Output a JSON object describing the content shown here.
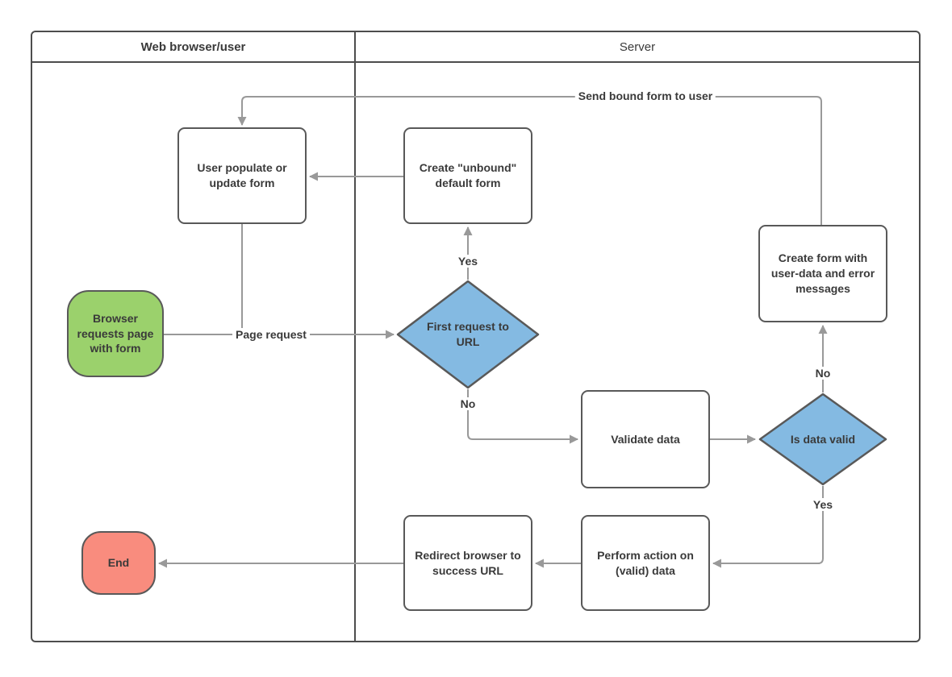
{
  "lanes": {
    "browser": {
      "label": "Web browser/user"
    },
    "server": {
      "label": "Server"
    }
  },
  "nodes": {
    "browser_request": {
      "label": "Browser requests page with form",
      "type": "start-terminator",
      "fill": "#9BD16C"
    },
    "user_populate": {
      "label": "User populate or update form",
      "type": "process"
    },
    "create_unbound": {
      "label": "Create \"unbound\" default form",
      "type": "process"
    },
    "first_request": {
      "label": "First request to URL",
      "type": "decision",
      "fill": "#84BAE2"
    },
    "validate_data": {
      "label": "Validate data",
      "type": "process"
    },
    "is_data_valid": {
      "label": "Is data valid",
      "type": "decision",
      "fill": "#84BAE2"
    },
    "create_form_errors": {
      "label": "Create form with user-data and error messages",
      "type": "process"
    },
    "perform_action": {
      "label": "Perform action on (valid) data",
      "type": "process"
    },
    "redirect_browser": {
      "label": "Redirect browser to success URL",
      "type": "process"
    },
    "end": {
      "label": "End",
      "type": "end-terminator",
      "fill": "#F98C7E"
    }
  },
  "edge_labels": {
    "page_request": "Page request",
    "first_request_yes": "Yes",
    "first_request_no": "No",
    "send_bound_form": "Send bound form to user",
    "is_valid_no": "No",
    "is_valid_yes": "Yes"
  },
  "colors": {
    "connector": "#999999",
    "shape_border": "#595959",
    "lane_border": "#4D4D4D",
    "text": "#3A3A3A",
    "decision_fill": "#84BAE2",
    "start_fill": "#9BD16C",
    "end_fill": "#F98C7E",
    "background": "#FFFFFF"
  }
}
